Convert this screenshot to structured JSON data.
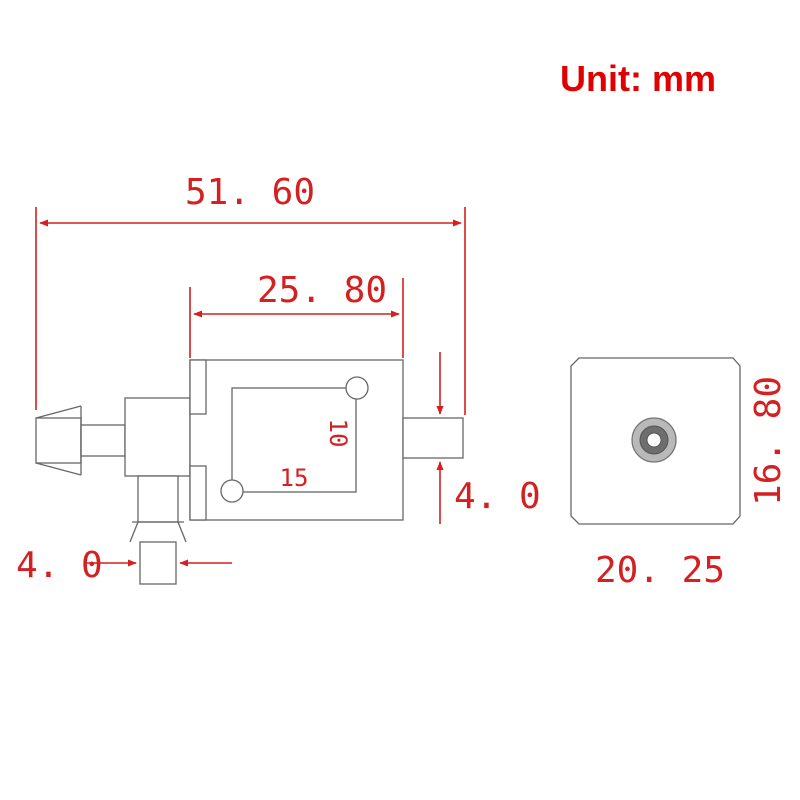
{
  "title": "Unit: mm",
  "dimensions": {
    "overall_length": "51. 60",
    "body_length": "25. 80",
    "mount_hole_spacing_vertical": "10",
    "mount_hole_spacing_horizontal": "15",
    "outlet_diameter": "4. 0",
    "inlet_diameter": "4. 0",
    "end_width": "20. 25",
    "end_height": "16. 80"
  },
  "colors": {
    "dimension": "#d42020",
    "title": "#e00000",
    "outline": "#666666"
  }
}
